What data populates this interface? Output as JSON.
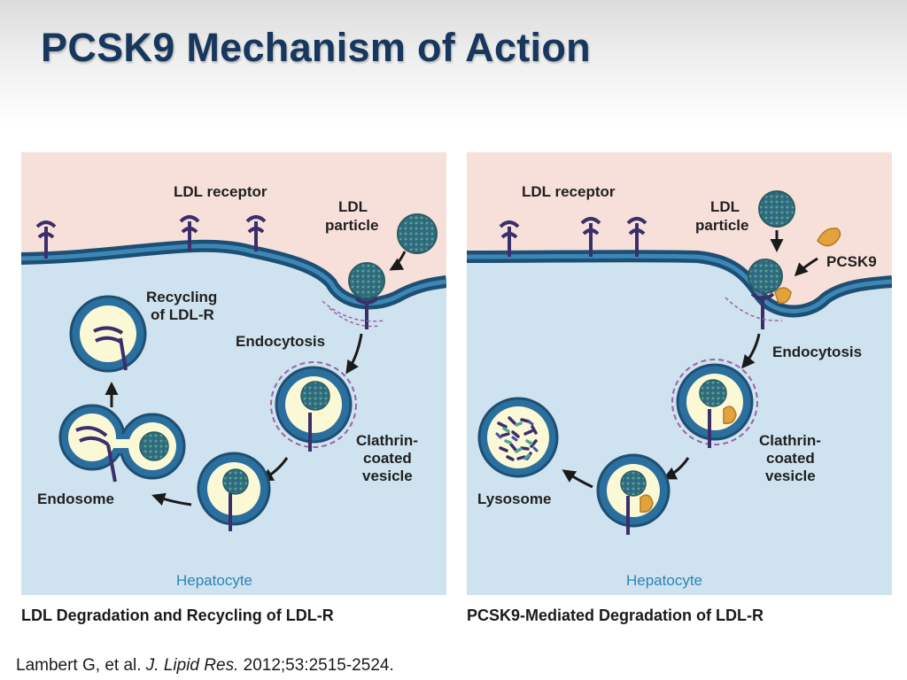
{
  "title": "PCSK9 Mechanism of Action",
  "colors": {
    "title": "#17375e",
    "extracellular": "#f8e0da",
    "cytoplasm": "#cfe2ef",
    "membrane_dark": "#1d4f74",
    "membrane_light": "#3d87b6",
    "receptor": "#3a2f6b",
    "vesicle_fill": "#fbf8d5",
    "clathrin": "#9a64a4",
    "pcsk9": "#e2a33d",
    "ldl_particle": "#3f7f86",
    "arrow": "#1a1a1a",
    "hepatocyte_text": "#2e84b8"
  },
  "left_panel": {
    "labels": {
      "ldl_receptor": "LDL receptor",
      "ldl_particle_1": "LDL",
      "ldl_particle_2": "particle",
      "recycling_1": "Recycling",
      "recycling_2": "of LDL-R",
      "endocytosis": "Endocytosis",
      "clathrin_1": "Clathrin-",
      "clathrin_2": "coated",
      "clathrin_3": "vesicle",
      "endosome": "Endosome",
      "hepatocyte": "Hepatocyte"
    },
    "caption": "LDL Degradation and Recycling of LDL-R"
  },
  "right_panel": {
    "labels": {
      "ldl_receptor": "LDL receptor",
      "ldl_particle_1": "LDL",
      "ldl_particle_2": "particle",
      "pcsk9": "PCSK9",
      "endocytosis": "Endocytosis",
      "clathrin_1": "Clathrin-",
      "clathrin_2": "coated",
      "clathrin_3": "vesicle",
      "lysosome": "Lysosome",
      "hepatocyte": "Hepatocyte"
    },
    "caption": "PCSK9-Mediated Degradation of LDL-R"
  },
  "citation": {
    "authors": "Lambert G, et al.",
    "journal": "J. Lipid Res.",
    "details": "2012;53:2515-2524."
  }
}
